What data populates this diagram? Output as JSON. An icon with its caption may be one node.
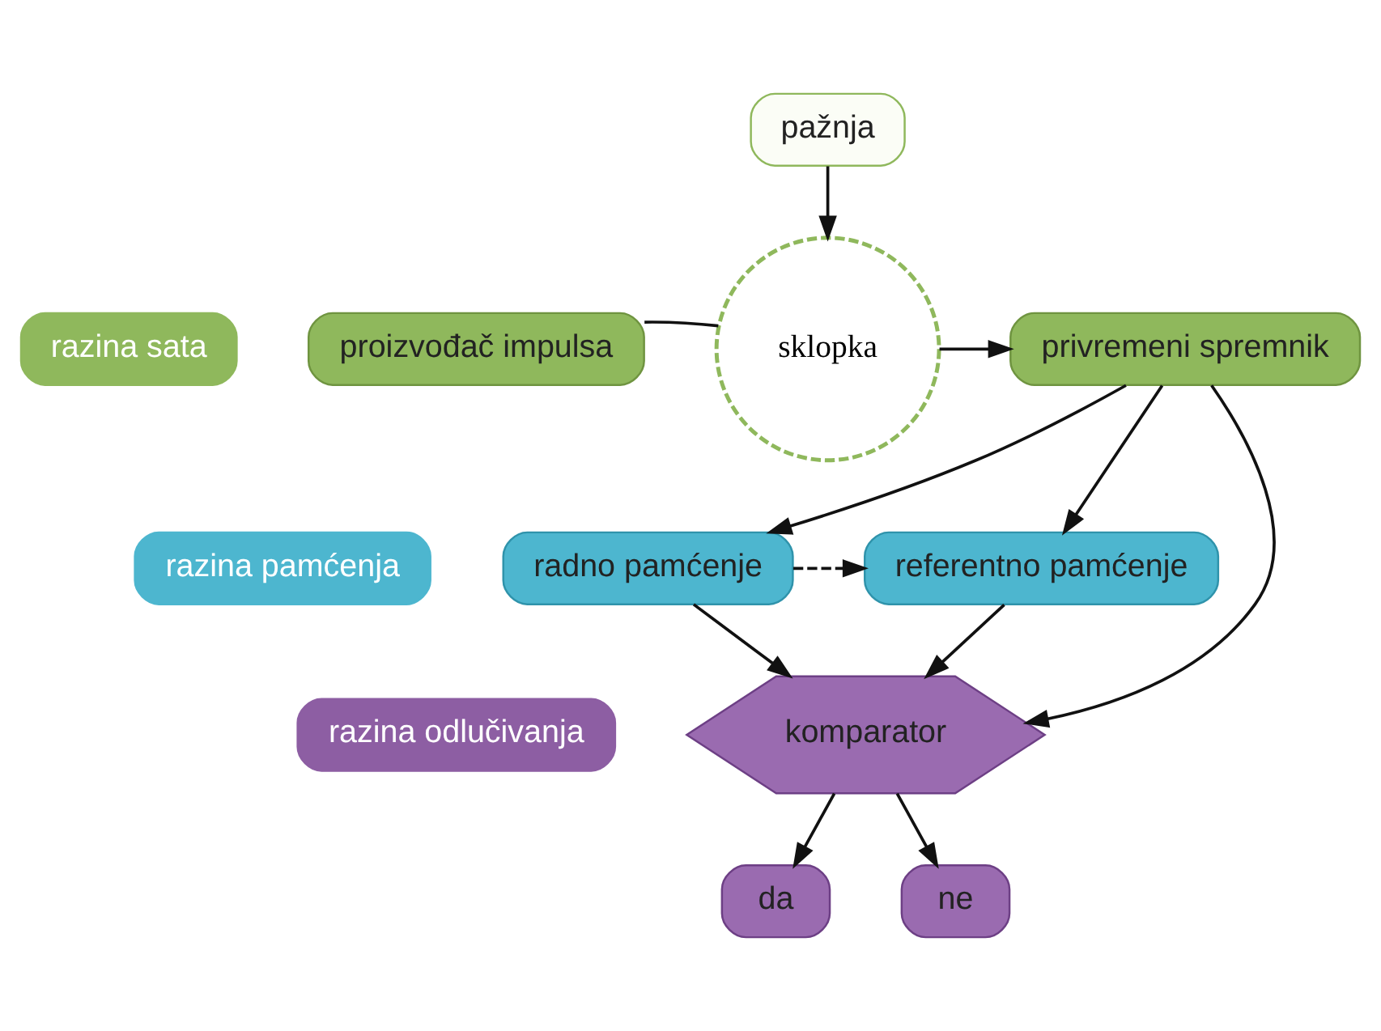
{
  "diagram": {
    "nodes": [
      {
        "text": [
          "pažnja"
        ]
      },
      {
        "text": [
          "razina sata"
        ]
      },
      {
        "text": [
          "proizvođač impulsa"
        ]
      },
      {
        "text": [
          "sklopka"
        ]
      },
      {
        "text": [
          "privremeni spremnik"
        ]
      },
      {
        "text": [
          "razina pamćenja"
        ]
      },
      {
        "text": [
          "radno pamćenje"
        ]
      },
      {
        "text": [
          "referentno pamćenje"
        ]
      },
      {
        "text": [
          "razina odlučivanja"
        ]
      },
      {
        "text": [
          "komparator"
        ]
      },
      {
        "text": [
          "da"
        ]
      },
      {
        "text": [
          "ne"
        ]
      }
    ],
    "edges": [
      {
        "from": 0,
        "to": 3,
        "arrow": "to"
      },
      {
        "from": 2,
        "to": 3,
        "arrow": "none"
      },
      {
        "from": 3,
        "to": 4,
        "arrow": "to"
      },
      {
        "from": 4,
        "to": 6,
        "arrow": "to"
      },
      {
        "from": 4,
        "to": 7,
        "arrow": "to"
      },
      {
        "from": 4,
        "to": 9,
        "arrow": "to"
      },
      {
        "from": 6,
        "to": 7,
        "arrow": "to",
        "style": "dashed"
      },
      {
        "from": 6,
        "to": 9,
        "arrow": "to"
      },
      {
        "from": 7,
        "to": 9,
        "arrow": "to"
      },
      {
        "from": 9,
        "to": 10,
        "arrow": "to"
      },
      {
        "from": 9,
        "to": 11,
        "arrow": "to"
      }
    ]
  }
}
